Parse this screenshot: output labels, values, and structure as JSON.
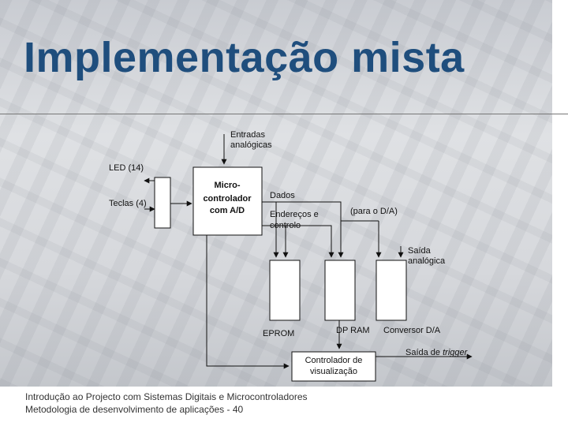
{
  "slide": {
    "title": "Implementação mista",
    "footer_line1": "Introdução ao Projecto com Sistemas Digitais e Microcontroladores",
    "footer_line2": "Metodologia de desenvolvimento de aplicações - 40"
  },
  "diagram": {
    "entradas_line1": "Entradas",
    "entradas_line2": "analógicas",
    "led": "LED (14)",
    "teclas": "Teclas (4)",
    "micro_line1": "Micro-",
    "micro_line2": "controlador",
    "micro_line3": "com A/D",
    "dados": "Dados",
    "enderecos_line1": "Endereços e",
    "enderecos_line2": "controlo",
    "para_da": "(para o D/A)",
    "saida_analogica_line1": "Saída",
    "saida_analogica_line2": "analógica",
    "eprom": "EPROM",
    "dp_ram": "DP RAM",
    "conversor": "Conversor D/A",
    "saida_trigger_prefix": "Saída de ",
    "saida_trigger_italic": "trigger",
    "controlador_line1": "Controlador de",
    "controlador_line2": "visualização"
  }
}
